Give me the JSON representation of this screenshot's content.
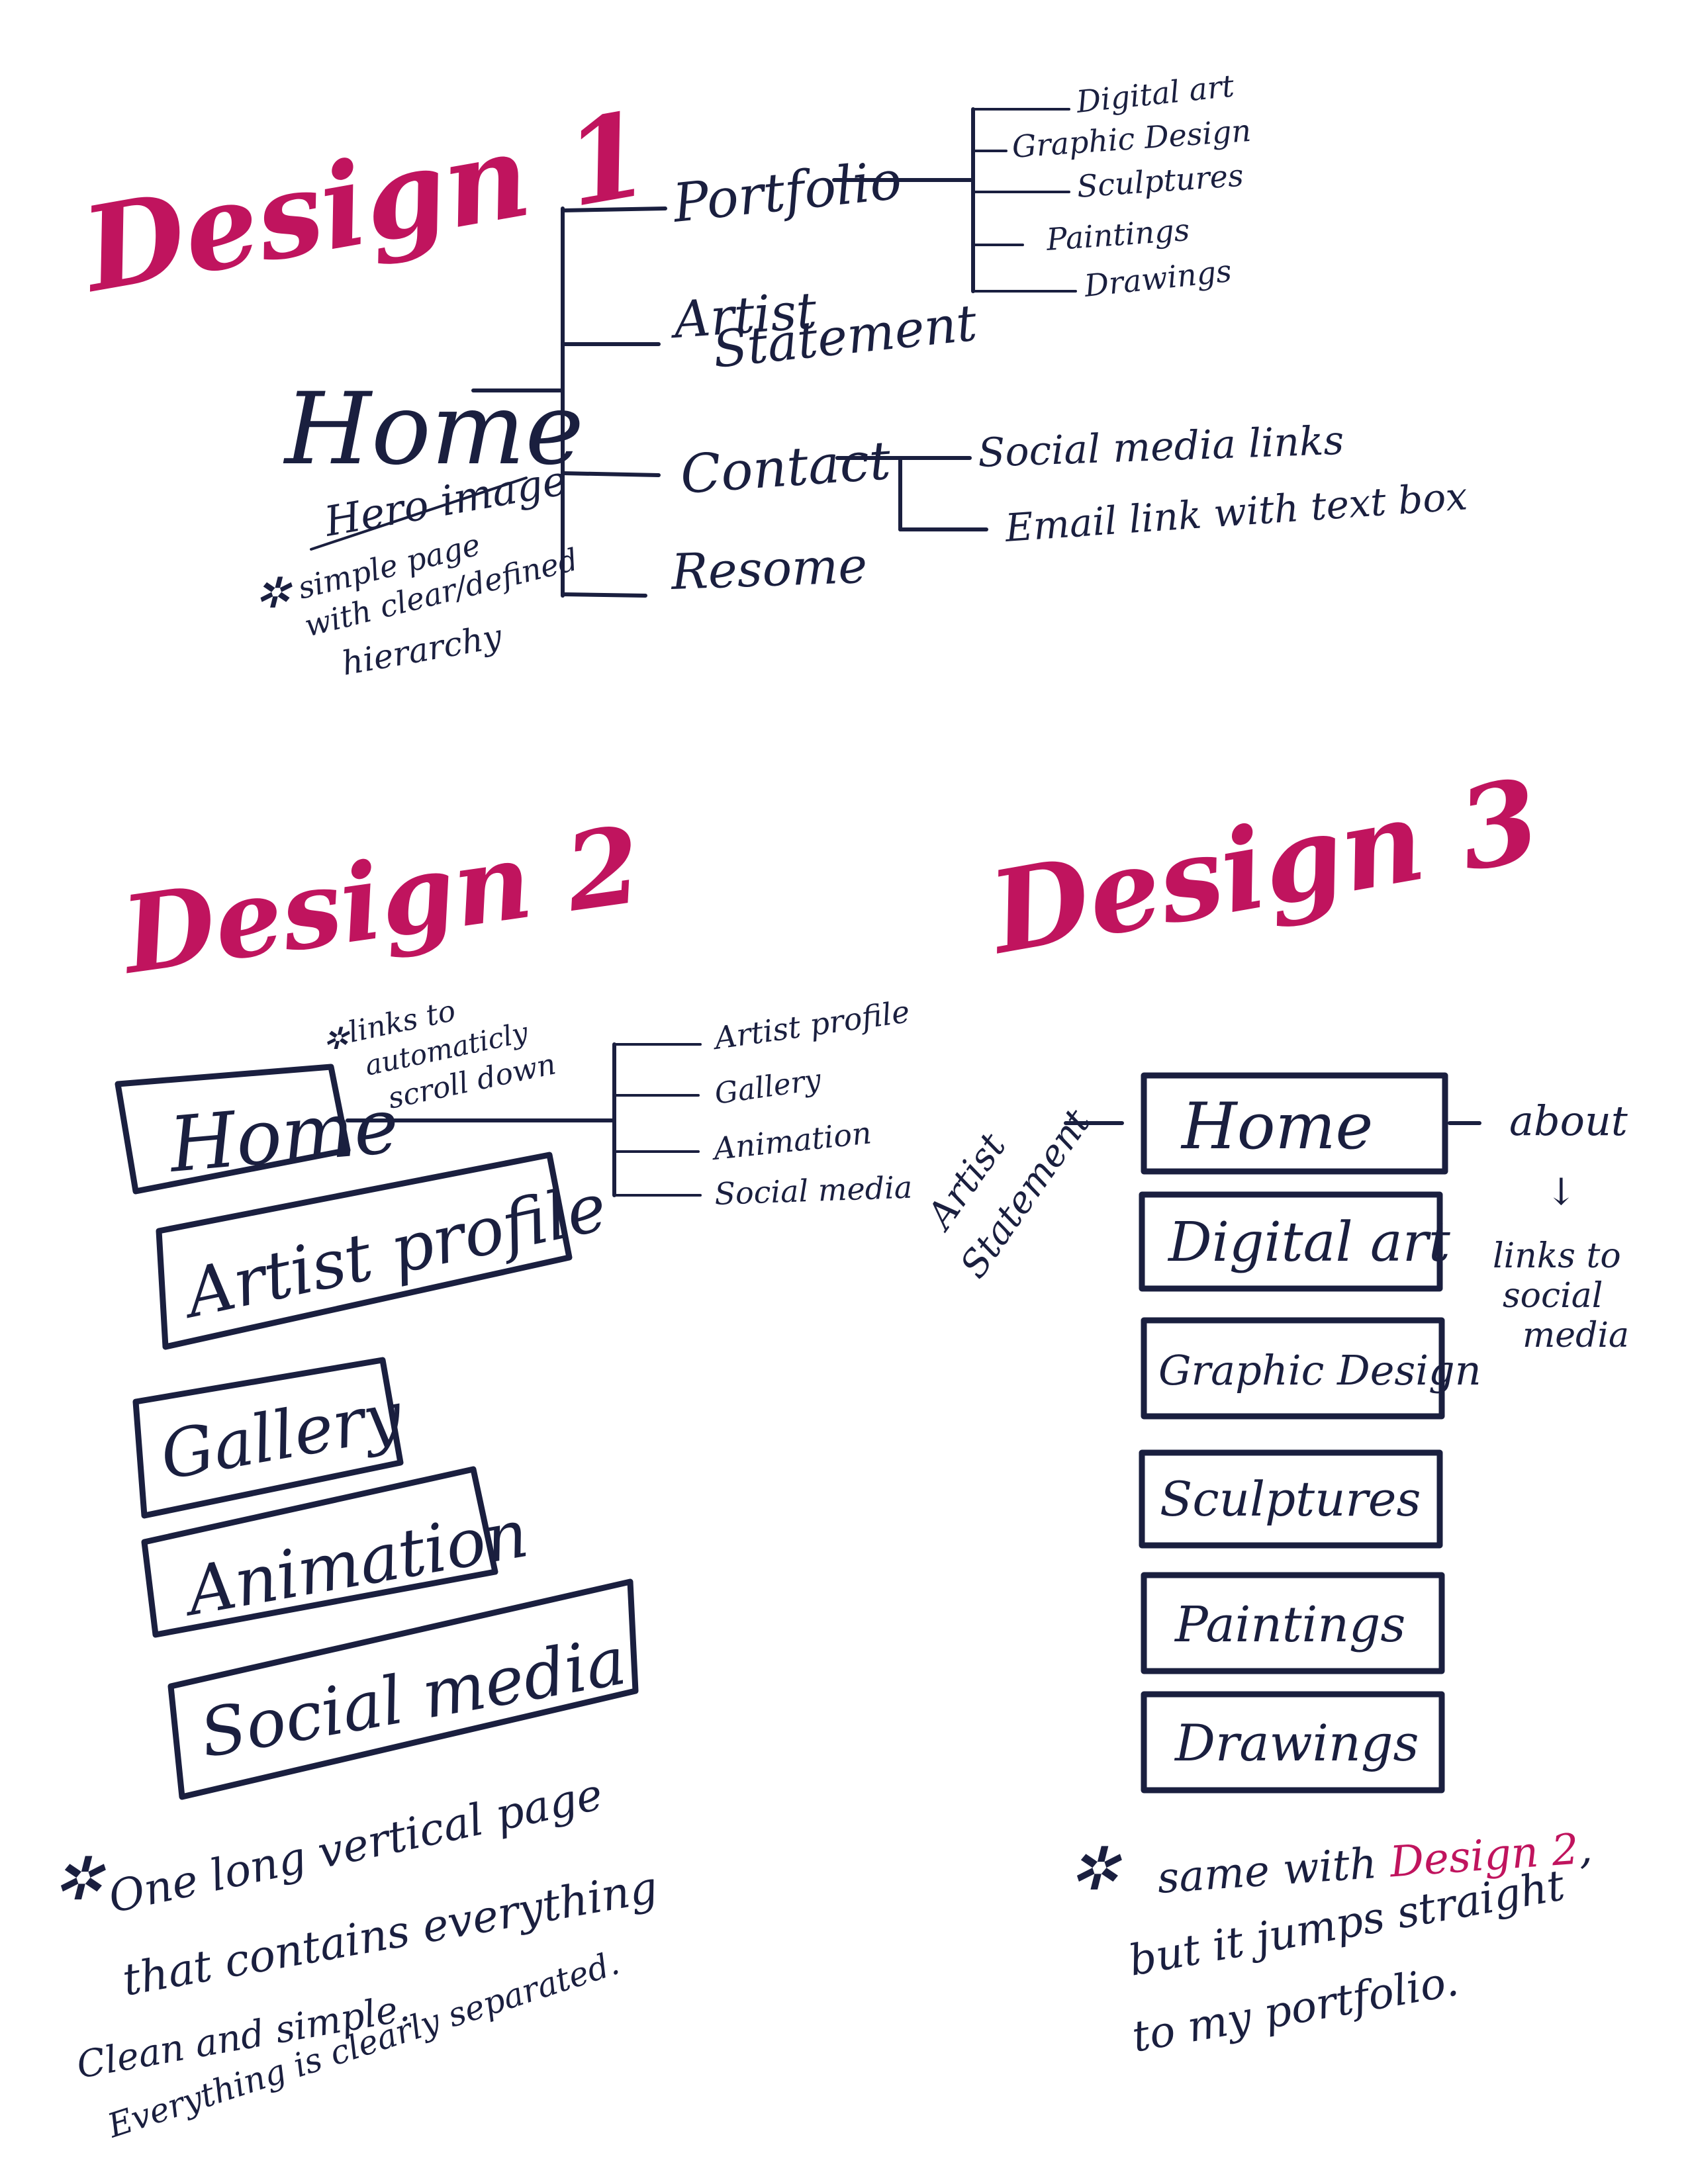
{
  "colors": {
    "ink": "#1a1f3f",
    "accent": "#c0145e",
    "background": "#ffffff"
  },
  "design1": {
    "title": "Design 1",
    "home": "Home",
    "hero": "Hero image",
    "note": [
      "simple page",
      "with clear/defined",
      "hierarchy"
    ],
    "branches": {
      "portfolio": "Portfolio",
      "artist_statement": [
        "Artist",
        "Statement"
      ],
      "contact": "Contact",
      "resume": "Resome"
    },
    "portfolio_items": [
      "Digital art",
      "Graphic Design",
      "Sculptures",
      "Paintings",
      "Drawings"
    ],
    "contact_items": [
      "Social media links",
      "Email link with text box"
    ]
  },
  "design2": {
    "title": "Design 2",
    "note_top": [
      "links to",
      "automaticly",
      "scroll down"
    ],
    "boxes": [
      "Home",
      "Artist profile",
      "Gallery",
      "Animation",
      "Social media"
    ],
    "submenu": [
      "Artist profile",
      "Gallery",
      "Animation",
      "Social media"
    ],
    "note_bottom": [
      "One long vertical page",
      "that contains everything",
      "Clean and simple.",
      "Everything is clearly separated."
    ]
  },
  "design3": {
    "title": "Design 3",
    "side_left": [
      "Artist",
      "Statement"
    ],
    "boxes": [
      "Home",
      "Digital art",
      "Graphic Design",
      "Sculptures",
      "Paintings",
      "Drawings"
    ],
    "side_right": {
      "about": "about",
      "links": [
        "links to",
        "social",
        "media"
      ]
    },
    "note": {
      "prefix": "same with",
      "ref": "Design 2",
      "suffix": ",",
      "lines": [
        "but it jumps straight",
        "to my portfolio."
      ]
    }
  },
  "icons": {
    "star": "asterisk-star-icon"
  }
}
